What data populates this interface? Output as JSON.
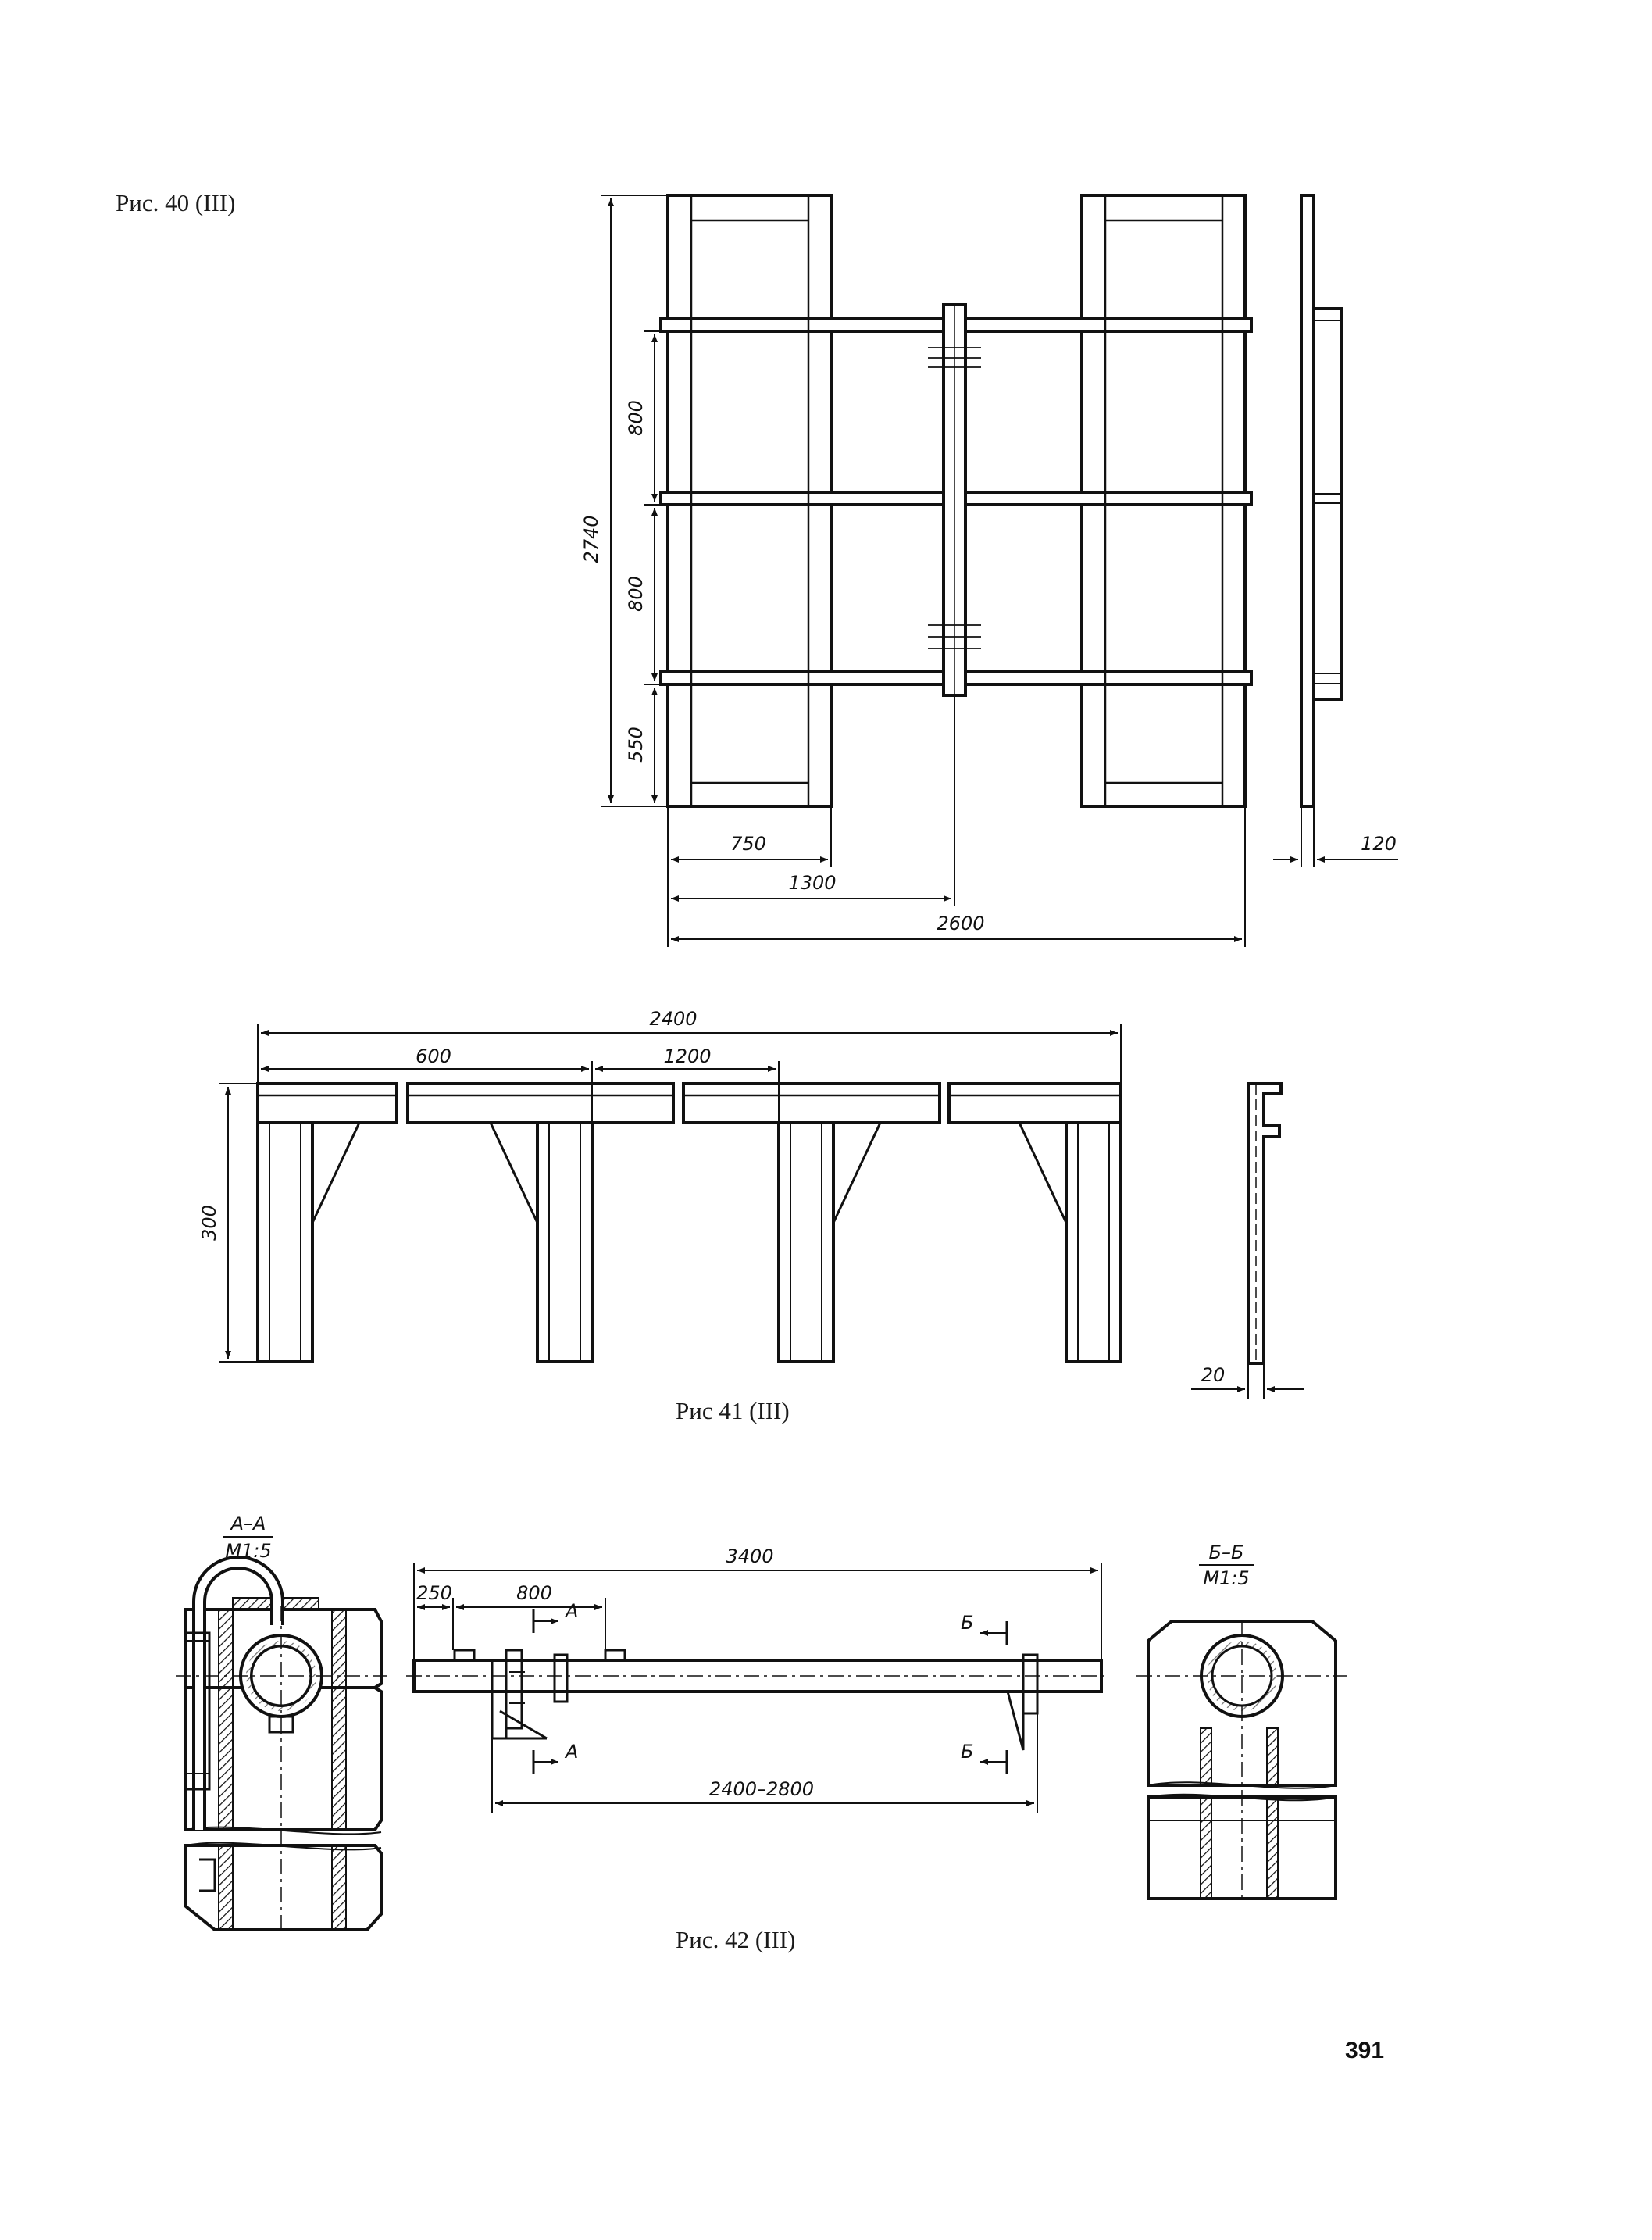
{
  "page": {
    "number": "391"
  },
  "fig40": {
    "caption": "Рис. 40 (III)",
    "dims": {
      "height": "2740",
      "d800a": "800",
      "d800b": "800",
      "d550": "550",
      "w750": "750",
      "w1300": "1300",
      "w2600": "2600",
      "side120": "120"
    }
  },
  "fig41": {
    "caption": "Рис 41 (III)",
    "dims": {
      "total": "2400",
      "d600": "600",
      "d1200": "1200",
      "height": "300",
      "thick": "20"
    }
  },
  "fig42": {
    "caption": "Рис. 42 (III)",
    "section_aa": {
      "title": "А–А",
      "scale": "М1:5"
    },
    "section_bb": {
      "title": "Б–Б",
      "scale": "М1:5"
    },
    "cut_labels": {
      "a": "А",
      "b": "Б"
    },
    "dims": {
      "total": "3400",
      "d250": "250",
      "d800": "800",
      "range": "2400–2800"
    }
  }
}
